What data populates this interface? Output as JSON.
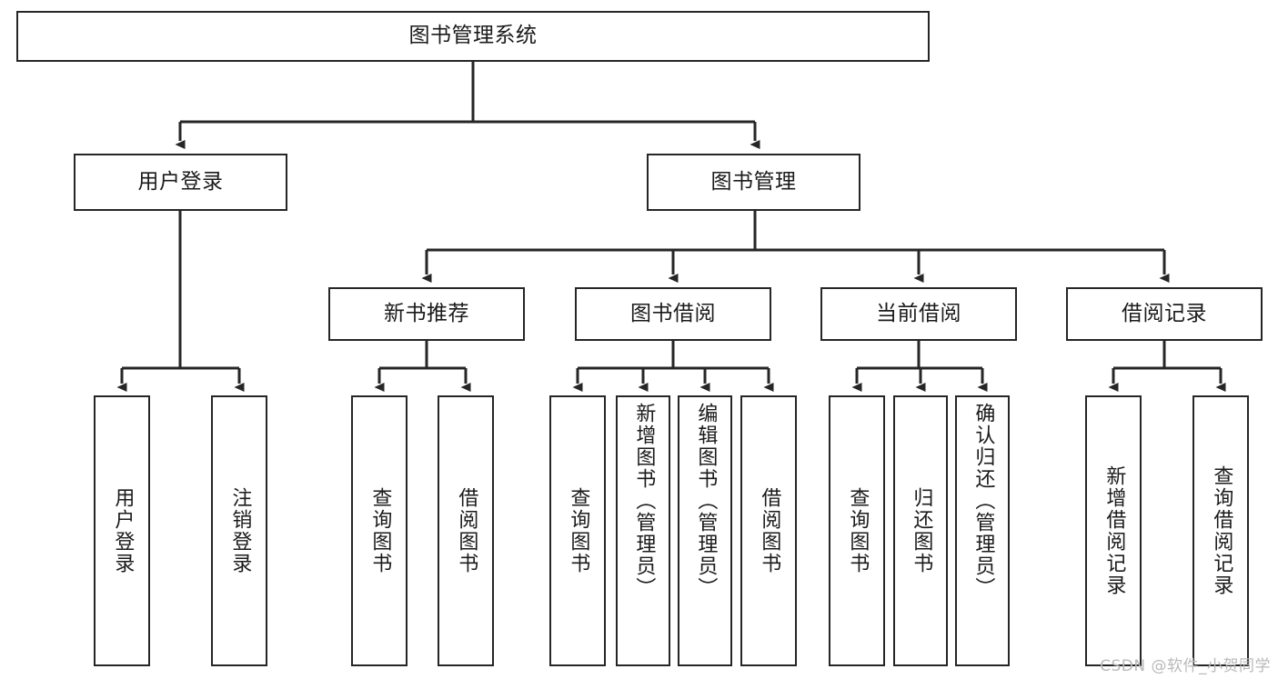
{
  "diagram": {
    "title": "图书管理系统",
    "type": "tree",
    "watermark": "CSDN @软件_小贺同学",
    "colors": {
      "stroke": "#262626",
      "fill": "#ffffff",
      "text": "#1b1b1b",
      "watermark": "#b9b9b9"
    },
    "levels": {
      "root": {
        "label": "图书管理系统"
      },
      "level2": [
        {
          "id": "user-login",
          "label": "用户登录"
        },
        {
          "id": "book-manage",
          "label": "图书管理"
        }
      ],
      "level3": [
        {
          "id": "new-book-rec",
          "label": "新书推荐"
        },
        {
          "id": "book-borrow",
          "label": "图书借阅"
        },
        {
          "id": "current-borrow",
          "label": "当前借阅"
        },
        {
          "id": "borrow-record",
          "label": "借阅记录"
        }
      ],
      "leaves": {
        "user_login": [
          {
            "id": "leaf-user-login",
            "label": "用户登录"
          },
          {
            "id": "leaf-logout",
            "label": "注销登录"
          }
        ],
        "new_book_rec": [
          {
            "id": "leaf-query-book-1",
            "label": "查询图书"
          },
          {
            "id": "leaf-borrow-book-1",
            "label": "借阅图书"
          }
        ],
        "book_borrow": [
          {
            "id": "leaf-query-book-2",
            "label": "查询图书"
          },
          {
            "id": "leaf-add-book",
            "label": "新增图书（管理员）"
          },
          {
            "id": "leaf-edit-book",
            "label": "编辑图书（管理员）"
          },
          {
            "id": "leaf-borrow-book-2",
            "label": "借阅图书"
          }
        ],
        "current_borrow": [
          {
            "id": "leaf-query-book-3",
            "label": "查询图书"
          },
          {
            "id": "leaf-return-book",
            "label": "归还图书"
          },
          {
            "id": "leaf-confirm-return",
            "label": "确认归还（管理员）"
          }
        ],
        "borrow_record": [
          {
            "id": "leaf-add-record",
            "label": "新增借阅记录"
          },
          {
            "id": "leaf-query-record",
            "label": "查询借阅记录"
          }
        ]
      }
    }
  }
}
